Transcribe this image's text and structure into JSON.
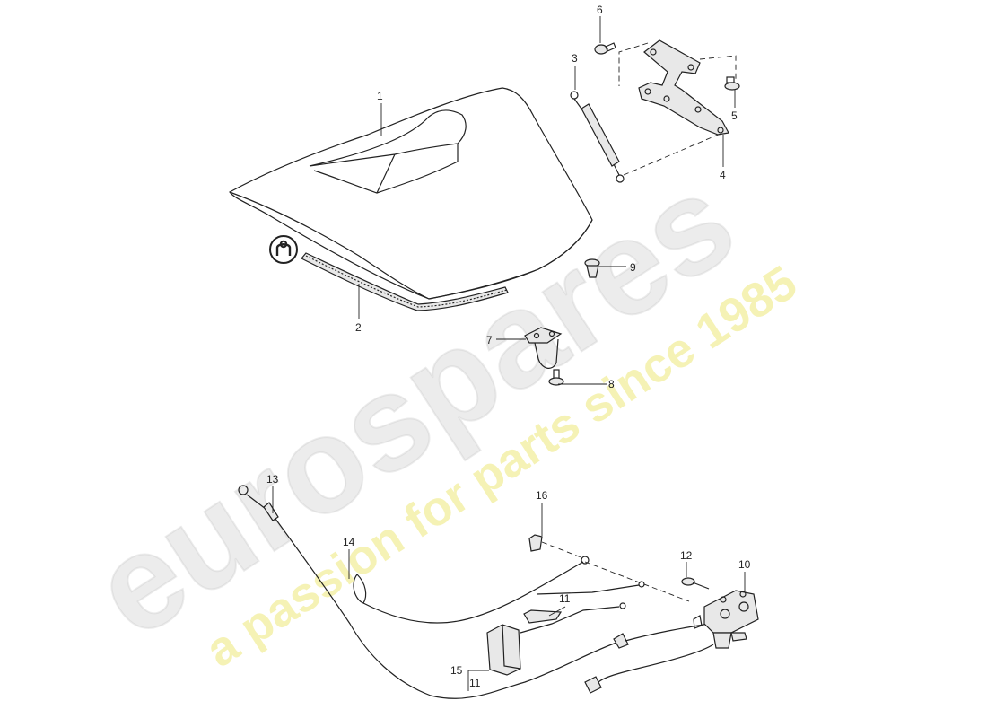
{
  "watermark": {
    "brand": "eurospares",
    "tagline": "a passion for parts since 1985",
    "brand_color": "#d9d9d9",
    "tagline_color": "#f3f0a8"
  },
  "callouts": [
    {
      "id": "1",
      "label": "1"
    },
    {
      "id": "2",
      "label": "2"
    },
    {
      "id": "3",
      "label": "3"
    },
    {
      "id": "4",
      "label": "4"
    },
    {
      "id": "5",
      "label": "5"
    },
    {
      "id": "6",
      "label": "6"
    },
    {
      "id": "7",
      "label": "7"
    },
    {
      "id": "8",
      "label": "8"
    },
    {
      "id": "9",
      "label": "9"
    },
    {
      "id": "10",
      "label": "10"
    },
    {
      "id": "11a",
      "label": "11"
    },
    {
      "id": "11b",
      "label": "11"
    },
    {
      "id": "12",
      "label": "12"
    },
    {
      "id": "13",
      "label": "13"
    },
    {
      "id": "14",
      "label": "14"
    },
    {
      "id": "15",
      "label": "15"
    },
    {
      "id": "16",
      "label": "16"
    }
  ],
  "icons": [
    "seal-symbol-icon"
  ]
}
